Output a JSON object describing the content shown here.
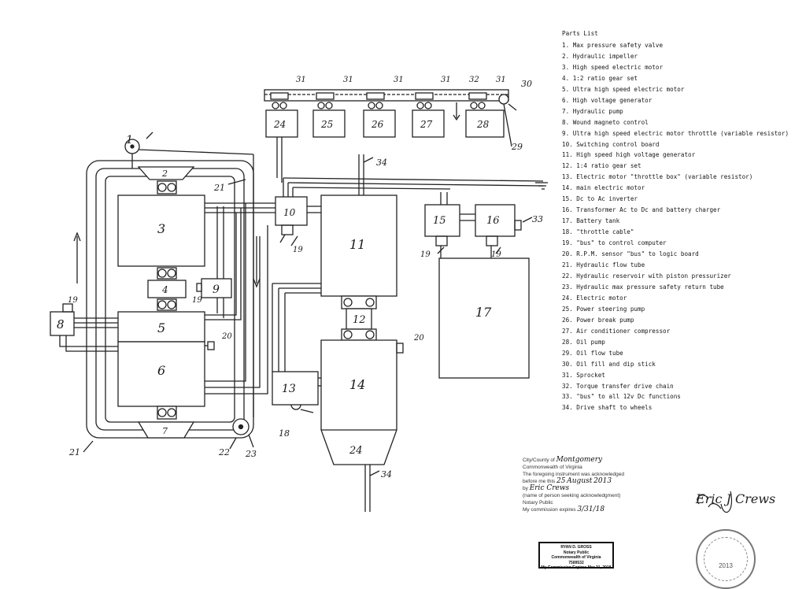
{
  "parts_list": {
    "title": "Parts List",
    "items": [
      "1. Max pressure safety valve",
      "2. Hydraulic impeller",
      "3. High speed electric motor",
      "4. 1:2 ratio gear set",
      "5. Ultra high speed electric motor",
      "6. High voltage generator",
      "7. Hydraulic pump",
      "8. Wound magneto control",
      "9. Ultra high speed electric motor throttle (variable resistor)",
      "10. Switching control board",
      "11. High speed high voltage generator",
      "12. 1:4 ratio gear set",
      "13. Electric motor \"throttle box\" (variable resistor)",
      "14. main electric motor",
      "15. Dc to Ac inverter",
      "16. Transformer Ac to Dc and battery charger",
      "17. Battery tank",
      "18. \"throttle cable\"",
      "19. \"bus\" to control computer",
      "20. R.P.M. sensor \"bus\" to logic board",
      "21. Hydraulic flow tube",
      "22. Hydraulic reservoir with piston pressurizer",
      "23. Hydraulic max pressure safety return tube",
      "24. Electric motor",
      "25. Power steering pump",
      "26. Power break pump",
      "27. Air conditioner compressor",
      "28. Oil pump",
      "29. Oil flow tube",
      "30. Oil fill and dip stick",
      "31. Sprocket",
      "32. Torque transfer drive chain",
      "33. \"bus\" to all 12v Dc functions",
      "34. Drive shaft to wheels"
    ]
  },
  "labels": {
    "b1": "1",
    "b2": "2",
    "b3": "3",
    "b4": "4",
    "b5": "5",
    "b6": "6",
    "b7": "7",
    "b8": "8",
    "b9": "9",
    "b10": "10",
    "b11": "11",
    "b12": "12",
    "b13": "13",
    "b14": "14",
    "b15": "15",
    "b16": "16",
    "b17": "17",
    "b24a": "24",
    "b24": "24",
    "b25": "25",
    "b26": "26",
    "b27": "27",
    "b28": "28",
    "l18": "18",
    "l19": "19",
    "l20": "20",
    "l21": "21",
    "l22": "22",
    "l23": "23",
    "l29": "29",
    "l30": "30",
    "l31": "31",
    "l32": "32",
    "l33": "33",
    "l34": "34"
  },
  "notary": {
    "line1_label": "City/County of",
    "line1_value": "Montgomery",
    "line2": "Commonwealth of Virginia",
    "line3": "The foregoing instrument was acknowledged",
    "line4_label": "before me this",
    "day": "25",
    "month": "August",
    "year": "2013",
    "by_label": "by",
    "signer": "Eric Crews",
    "signer_caption": "(name of person seeking acknowledgment)",
    "notary_caption": "Notary Public",
    "expires_label": "My commission expires",
    "expires_value": "3/31/18"
  },
  "stamp": {
    "name": "RYAN D. GROSS",
    "role": "Notary Public",
    "state": "Commonwealth of Virginia",
    "reg": "7589532",
    "expires": "My Commission Expires Mar 31, 2018"
  },
  "signature": "Eric J Crews",
  "seal_year": "2013"
}
